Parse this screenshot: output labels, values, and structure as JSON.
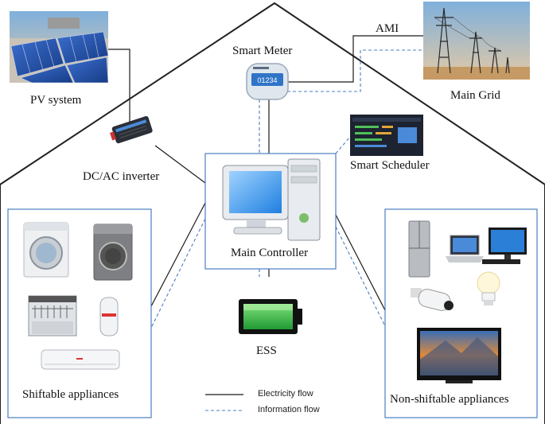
{
  "labels": {
    "pv": "PV system",
    "inverter": "DC/AC inverter",
    "meter": "Smart Meter",
    "ami": "AMI",
    "grid": "Main Grid",
    "scheduler": "Smart Scheduler",
    "controller": "Main Controller",
    "ess": "ESS",
    "shiftable": "Shiftable appliances",
    "nonshiftable": "Non-shiftable appliances"
  },
  "meter_display": "01234",
  "legend": {
    "electricity": "Electricity flow",
    "information": "Information flow"
  },
  "colors": {
    "electricity_line": "#1a1a1a",
    "information_line": "#4a7fc1",
    "box_border": "#4a7fc1",
    "battery_green": "#36b34a",
    "panel_blue": "#2f63b8"
  },
  "icons": [
    "solar-panel-icon",
    "inverter-icon",
    "smart-meter-icon",
    "power-tower-icon",
    "scheduler-screen-icon",
    "computer-icon",
    "battery-icon",
    "washing-machine-icon",
    "dryer-icon",
    "dishwasher-icon",
    "water-heater-icon",
    "air-conditioner-icon",
    "refrigerator-icon",
    "laptop-icon",
    "desktop-monitor-icon",
    "security-camera-icon",
    "light-bulb-icon",
    "television-icon"
  ]
}
